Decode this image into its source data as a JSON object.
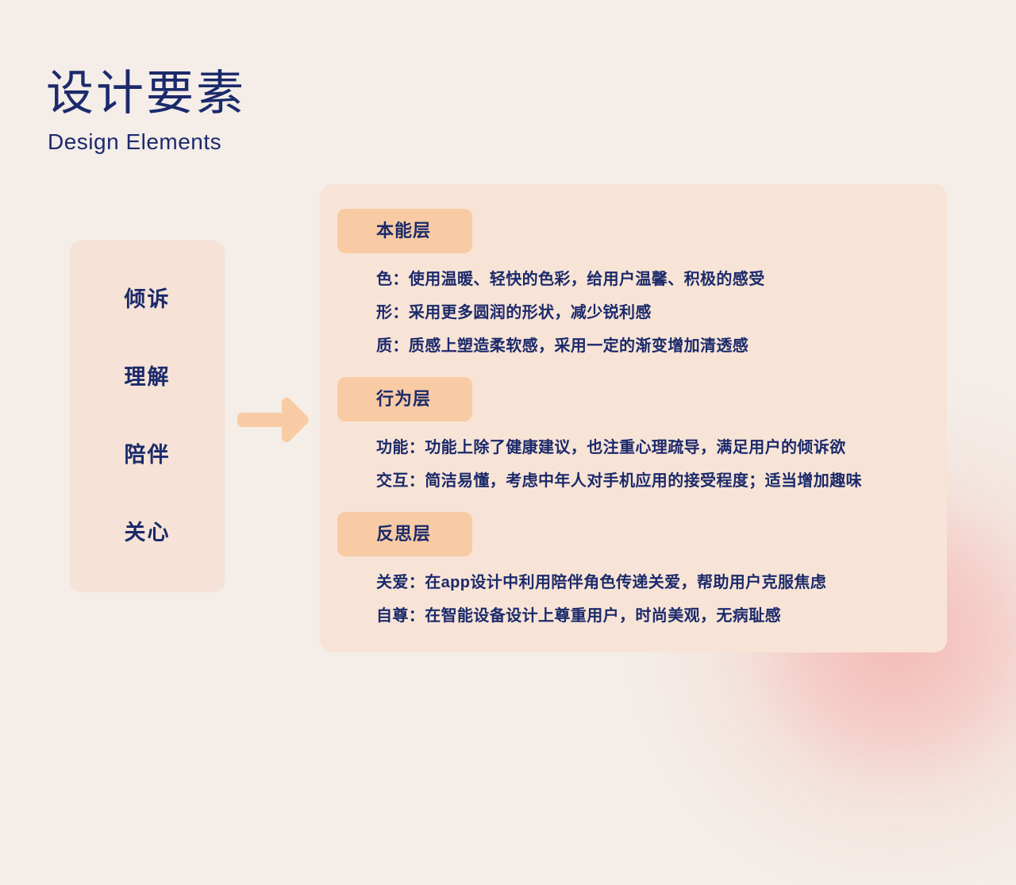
{
  "slide": {
    "title": "设计要素",
    "subtitle": "Design Elements",
    "background_color": "#f4ede8",
    "accent_navy": "#1b2a6b",
    "accent_peach": "#f8cba4",
    "panel_color": "#f8e4d6",
    "card_color": "#f6e2d6",
    "glow_color": "#f49a96"
  },
  "values_card": {
    "items": [
      {
        "label": "倾诉"
      },
      {
        "label": "理解"
      },
      {
        "label": "陪伴"
      },
      {
        "label": "关心"
      }
    ]
  },
  "connector": {
    "icon": "arrow-right-icon",
    "color": "#f8cba4"
  },
  "layers": [
    {
      "badge": "本能层",
      "lines": [
        "色：使用温暖、轻快的色彩，给用户温馨、积极的感受",
        "形：采用更多圆润的形状，减少锐利感",
        "质：质感上塑造柔软感，采用一定的渐变增加清透感"
      ]
    },
    {
      "badge": "行为层",
      "lines": [
        "功能：功能上除了健康建议，也注重心理疏导，满足用户的倾诉欲",
        "交互：简洁易懂，考虑中年人对手机应用的接受程度；适当增加趣味"
      ]
    },
    {
      "badge": "反思层",
      "lines": [
        "关爱：在app设计中利用陪伴角色传递关爱，帮助用户克服焦虑",
        "自尊：在智能设备设计上尊重用户，时尚美观，无病耻感"
      ]
    }
  ]
}
